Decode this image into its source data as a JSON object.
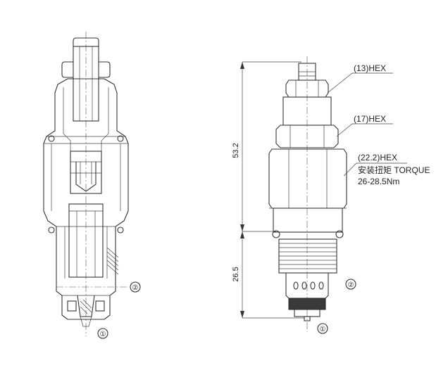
{
  "callouts": {
    "hex13": "(13)HEX",
    "hex17": "(17)HEX",
    "hex22": "(22.2)HEX",
    "torque_label": "安装扭矩 TORQUE",
    "torque_value": "26-28.5Nm"
  },
  "dimensions": {
    "upper_length": "53.2",
    "lower_length": "26.5"
  },
  "ports": {
    "port1": "①",
    "port2": "②"
  }
}
